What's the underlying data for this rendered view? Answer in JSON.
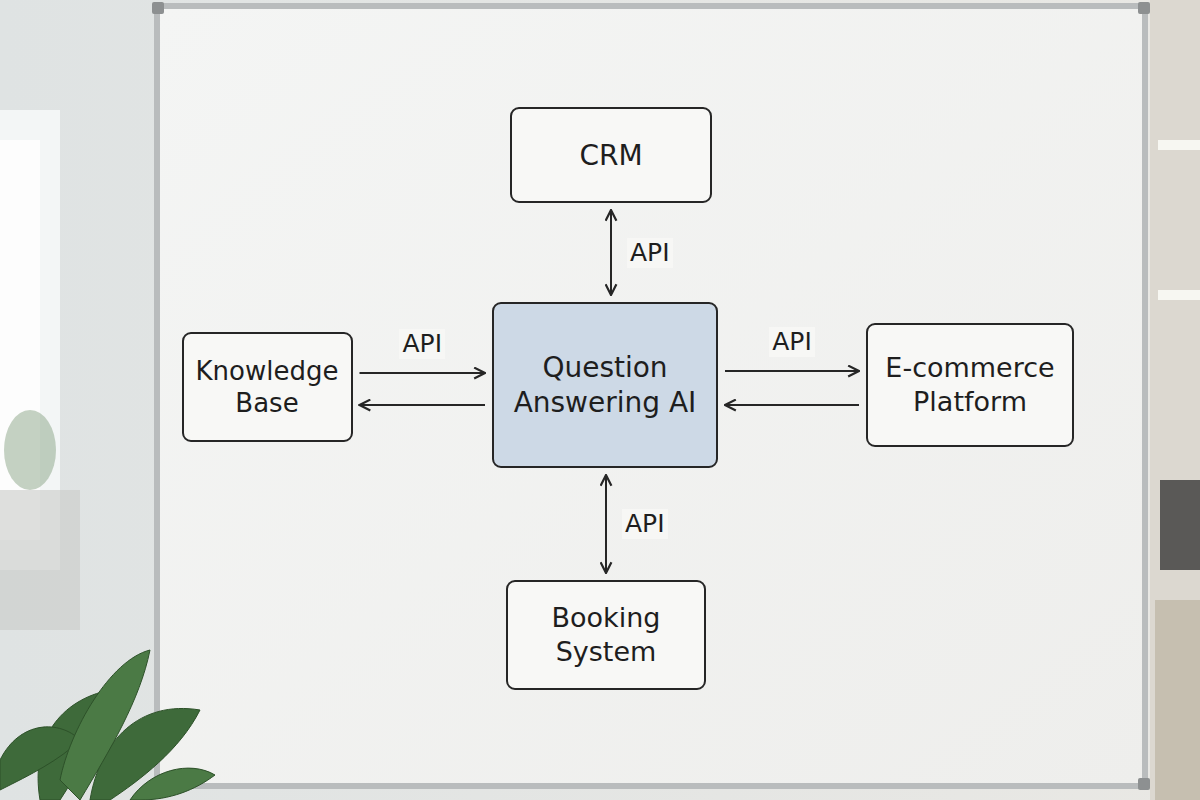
{
  "diagram": {
    "nodes": [
      {
        "text": [
          "CRM"
        ]
      },
      {
        "text": [
          "Knowledge Base"
        ]
      },
      {
        "text": [
          "Question Answering AI"
        ]
      },
      {
        "text": [
          "E-commerce Platform"
        ]
      },
      {
        "text": [
          "Booking System"
        ]
      }
    ],
    "edges": [
      {
        "from": 0,
        "to": 2,
        "arrow": "both",
        "label": "API"
      },
      {
        "from": 1,
        "to": 2,
        "arrow": "to",
        "label": "API"
      },
      {
        "from": 2,
        "to": 1,
        "arrow": "to"
      },
      {
        "from": 2,
        "to": 3,
        "arrow": "to",
        "label": "API"
      },
      {
        "from": 3,
        "to": 2,
        "arrow": "to"
      },
      {
        "from": 2,
        "to": 4,
        "arrow": "both",
        "label": "API"
      }
    ]
  }
}
